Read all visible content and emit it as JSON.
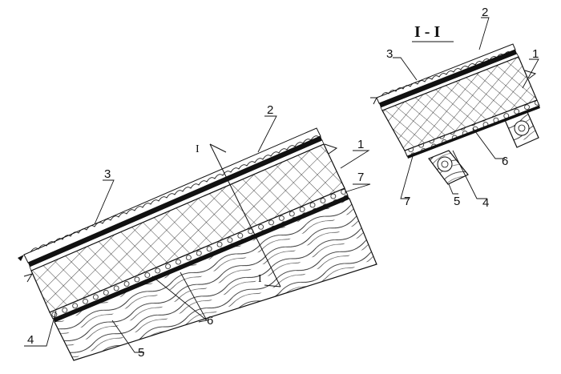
{
  "section_title": "I - I",
  "section_marks": [
    "I",
    "I"
  ],
  "main_callouts": [
    "1",
    "2",
    "3",
    "4",
    "5",
    "6",
    "7"
  ],
  "section_callouts": [
    "1",
    "2",
    "3",
    "4",
    "5",
    "6",
    "7"
  ],
  "colors": {
    "ink": "#111111",
    "background": "#ffffff"
  }
}
